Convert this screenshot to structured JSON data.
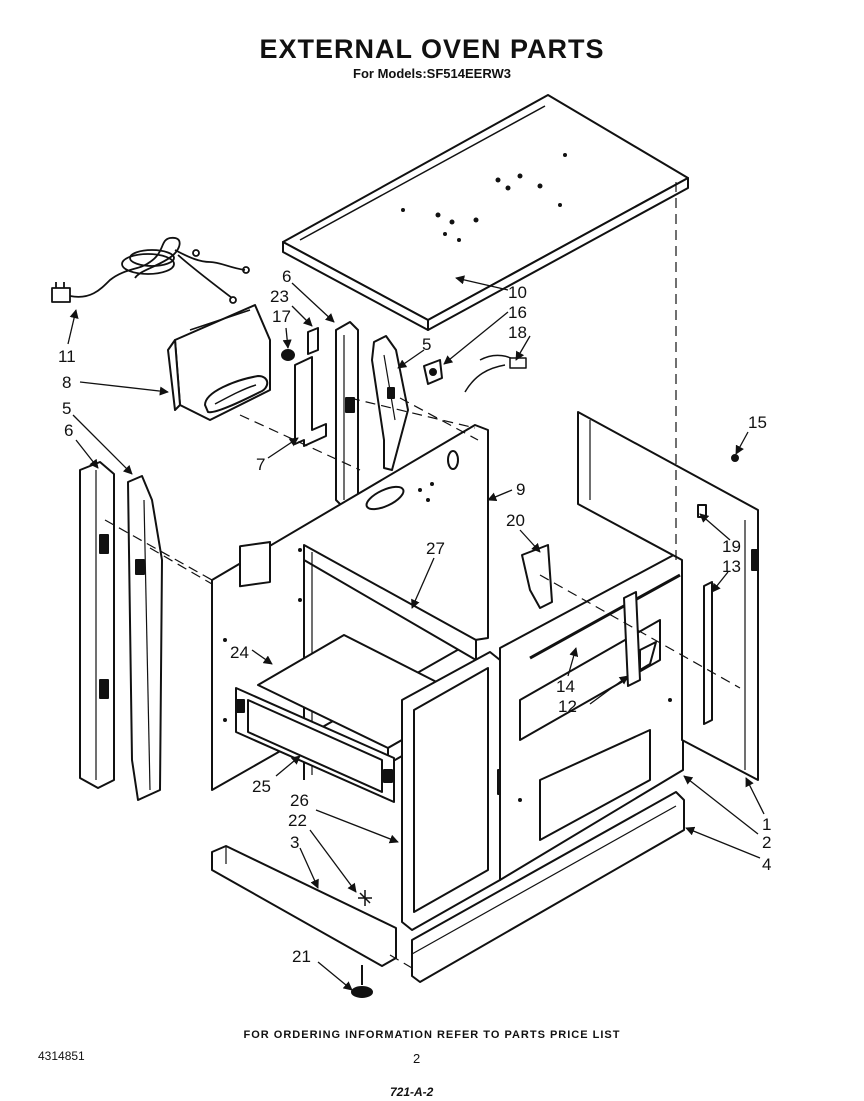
{
  "header": {
    "title": "EXTERNAL OVEN PARTS",
    "models": "For Models:SF514EERW3"
  },
  "callouts": [
    "1",
    "2",
    "3",
    "4",
    "5",
    "6",
    "7",
    "8",
    "9",
    "10",
    "11",
    "12",
    "13",
    "14",
    "15",
    "16",
    "17",
    "18",
    "19",
    "20",
    "21",
    "22",
    "23",
    "24",
    "25",
    "26",
    "27"
  ],
  "footer": {
    "ordering_note": "FOR ORDERING INFORMATION REFER TO PARTS PRICE LIST",
    "doc_number": "4314851",
    "page_number": "2",
    "sheet_code": "721-A-2"
  }
}
